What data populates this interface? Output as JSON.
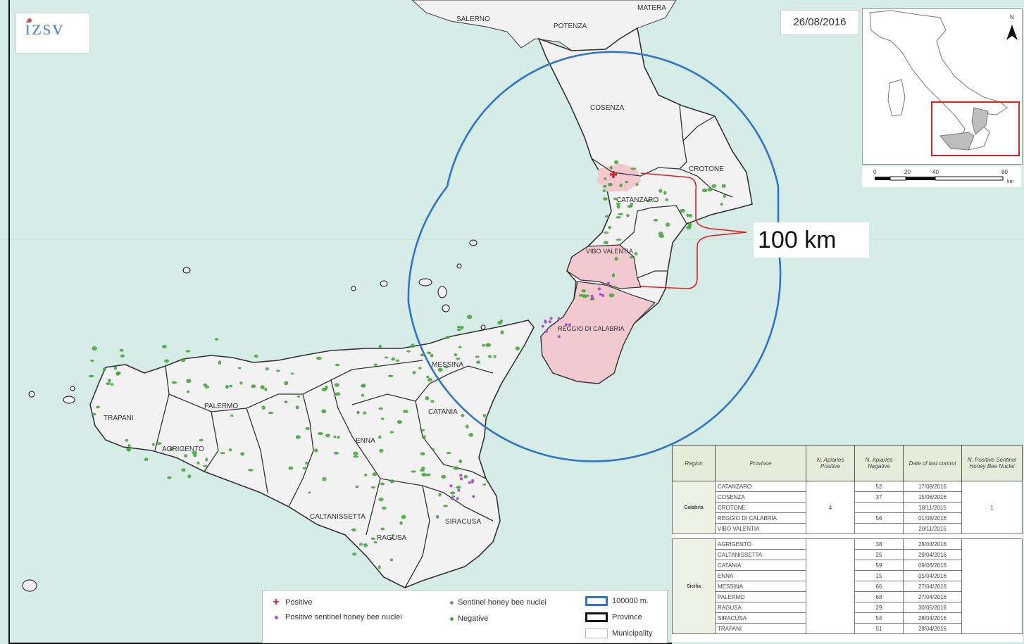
{
  "date": "26/08/2016",
  "logo_text": "izsv",
  "distance_annotation": "100 km",
  "inset": {
    "north_label": "N",
    "scale_ticks": [
      "0",
      "20",
      "40",
      "80"
    ],
    "scale_unit": "km"
  },
  "province_labels": [
    {
      "name": "SALERNO"
    },
    {
      "name": "POTENZA"
    },
    {
      "name": "MATERA"
    },
    {
      "name": "COSENZA"
    },
    {
      "name": "CROTONE"
    },
    {
      "name": "CATANZARO"
    },
    {
      "name": "VIBO VALENTIA"
    },
    {
      "name": "REGGIO DI CALABRIA"
    },
    {
      "name": "MESSINA"
    },
    {
      "name": "PALERMO"
    },
    {
      "name": "TRAPANI"
    },
    {
      "name": "AGRIGENTO"
    },
    {
      "name": "ENNA"
    },
    {
      "name": "CATANIA"
    },
    {
      "name": "CALTANISSETTA"
    },
    {
      "name": "SIRACUSA"
    },
    {
      "name": "RAGUSA"
    }
  ],
  "legend": {
    "positive": "Positive",
    "positive_sentinel": "Positive sentinel honey bee nuclei",
    "sentinel": "Sentinel honey bee nuclei",
    "negative": "Negative",
    "buffer": "100000 m.",
    "province": "Province",
    "municipality": "Municipality"
  },
  "colors": {
    "sea": "#d6ece6",
    "land": "#f2f2f2",
    "buffer": "#2f74d0",
    "positive": "#cc2222",
    "sentinel": "#b04fd0",
    "negative": "#3fa435",
    "pink": "#f1c9cf",
    "annotation": "#e02020"
  },
  "table": {
    "headers": [
      "Region",
      "Province",
      "N. Apiaries Positive",
      "N. Apiaries Negative",
      "Date of last control",
      "N. Positive Sentinel Honey Bee Nuclei"
    ],
    "groups": [
      {
        "region": "Calabria",
        "positive": "4",
        "sentinel_positive": "1",
        "rows": [
          {
            "province": "CATANZARO",
            "negative": "52",
            "date": "17/08/2016"
          },
          {
            "province": "COSENZA",
            "negative": "37",
            "date": "15/06/2016"
          },
          {
            "province": "CROTONE",
            "negative": "",
            "date": "18/11/2015"
          },
          {
            "province": "REGGIO DI CALABRIA",
            "negative": "56",
            "date": "01/08/2016"
          },
          {
            "province": "VIBO VALENTIA",
            "negative": "",
            "date": "20/11/2015"
          }
        ]
      },
      {
        "region": "Sicilia",
        "positive": "",
        "sentinel_positive": "",
        "rows": [
          {
            "province": "AGRIGENTO",
            "negative": "38",
            "date": "28/04/2016"
          },
          {
            "province": "CALTANISSETTA",
            "negative": "25",
            "date": "29/04/2016"
          },
          {
            "province": "CATANIA",
            "negative": "59",
            "date": "09/06/2016"
          },
          {
            "province": "ENNA",
            "negative": "15",
            "date": "05/04/2016"
          },
          {
            "province": "MESSINA",
            "negative": "66",
            "date": "27/04/2016"
          },
          {
            "province": "PALERMO",
            "negative": "68",
            "date": "27/04/2016"
          },
          {
            "province": "RAGUSA",
            "negative": "29",
            "date": "30/05/2016"
          },
          {
            "province": "SIRACUSA",
            "negative": "54",
            "date": "28/04/2016"
          },
          {
            "province": "TRAPANI",
            "negative": "51",
            "date": "28/04/2016"
          }
        ]
      }
    ]
  }
}
